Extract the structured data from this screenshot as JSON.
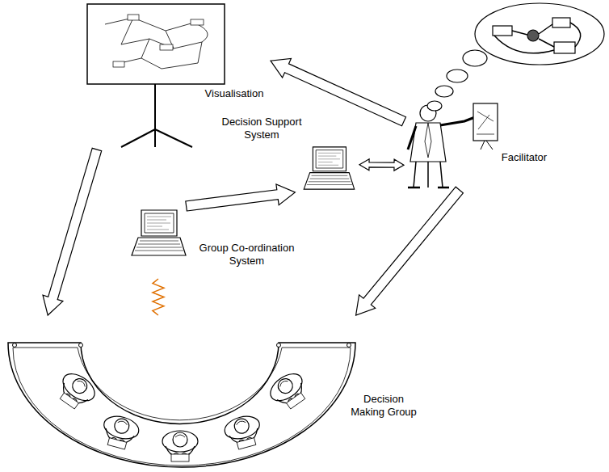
{
  "diagram": {
    "nodes": [
      {
        "text": [
          "Visualisation"
        ]
      },
      {
        "text": [
          "Facilitator"
        ]
      },
      {
        "text": [
          "Decision Support System"
        ]
      },
      {
        "text": [
          "Group Co-ordination System"
        ]
      },
      {
        "text": [
          "Decision Making Group"
        ]
      }
    ],
    "edges": [
      {
        "from": 1,
        "to": 0,
        "arrow": "to"
      },
      {
        "from": 0,
        "to": 4,
        "arrow": "to"
      },
      {
        "from": 1,
        "to": 4,
        "arrow": "to"
      },
      {
        "from": 2,
        "to": 1,
        "arrow": "both"
      },
      {
        "from": 3,
        "to": 2,
        "arrow": "to"
      },
      {
        "from": 3,
        "to": 4,
        "arrow": "none"
      }
    ]
  }
}
